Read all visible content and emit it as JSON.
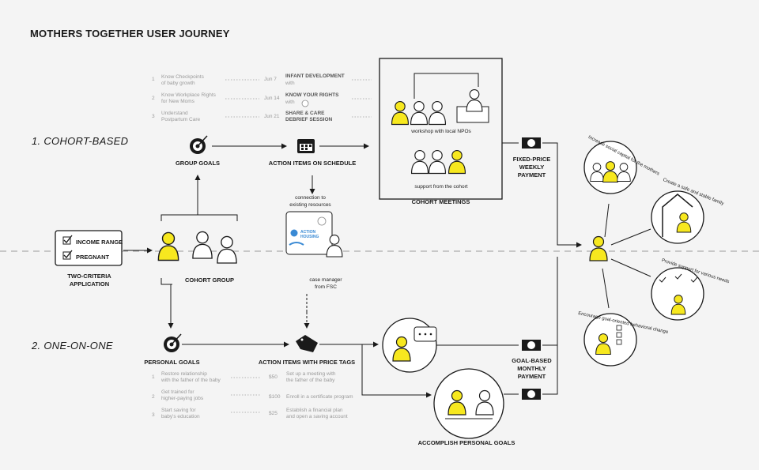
{
  "title": "MOTHERS TOGETHER USER JOURNEY",
  "tracks": {
    "cohort": "1. COHORT-BASED",
    "one_on_one": "2. ONE-ON-ONE"
  },
  "application": {
    "criteria": [
      "INCOME RANGE",
      "PREGNANT"
    ],
    "label": "TWO-CRITERIA\nAPPLICATION"
  },
  "cohort_group": "COHORT GROUP",
  "group_goals": "GROUP GOALS",
  "action_items_schedule": "ACTION ITEMS ON SCHEDULE",
  "cohort_goals": [
    {
      "num": "1",
      "text": "Know Checkpoints\nof baby growth",
      "date": "Jun 7",
      "title": "INFANT DEVELOPMENT",
      "with": "with"
    },
    {
      "num": "2",
      "text": "Know Workplace Rights\nfor New Moms",
      "date": "Jun 14",
      "title": "KNOW YOUR RIGHTS",
      "with": "with"
    },
    {
      "num": "3",
      "text": "Understand\nPostpartum Care",
      "date": "Jun 21",
      "title": "SHARE & CARE\nDEBRIEF SESSION",
      "with": ""
    }
  ],
  "cohort_meetings": {
    "label": "COHORT MEETINGS",
    "workshop": "workshop with local NPOs",
    "support": "support from the cohort"
  },
  "weekly_payment": "FIXED-PRICE\nWEEKLY\nPAYMENT",
  "resources": {
    "label": "connection to\nexisting resources",
    "logos": [
      "ACTION",
      "HOUSING"
    ]
  },
  "case_manager": "case manager\nfrom FSC",
  "personal_goals": "PERSONAL GOALS",
  "action_items_price": "ACTION ITEMS WITH PRICE TAGS",
  "personal_items": [
    {
      "num": "1",
      "text": "Restore relationship\nwith the father of the baby",
      "price": "$50",
      "action": "Set up a meeting with\nthe father of the baby"
    },
    {
      "num": "2",
      "text": "Get trained for\nhigher-paying jobs",
      "price": "$100",
      "action": "Enroll in a certificate program"
    },
    {
      "num": "3",
      "text": "Start saving for\nbaby's education",
      "price": "$25",
      "action": "Establish a financial plan\nand open a saving account"
    }
  ],
  "accomplish": "ACCOMPLISH PERSONAL GOALS",
  "monthly_payment": "GOAL-BASED\nMONTHLY\nPAYMENT",
  "outcomes": [
    "Increase social capital for the mothers",
    "Create a safe and stable family",
    "Provide support for various needs",
    "Encourage goal-oriented behavioral change"
  ],
  "colors": {
    "accent": "#f7e81f",
    "ink": "#1a1a1a",
    "muted": "#9a9a9a"
  },
  "icons": [
    "target-icon",
    "calendar-icon",
    "price-tag-icon",
    "dollar-bill-icon",
    "checkbox-icon",
    "speech-bubble-icon"
  ]
}
